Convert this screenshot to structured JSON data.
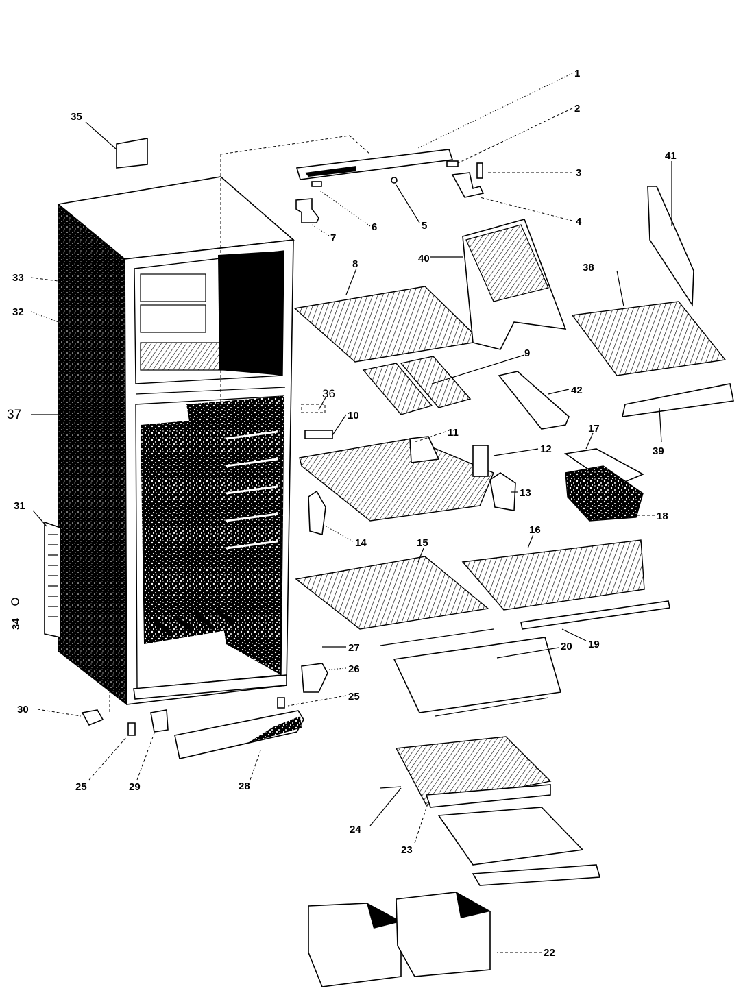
{
  "diagram": {
    "title": "Refrigerator exploded parts diagram",
    "callouts": [
      {
        "id": "1",
        "label": "1"
      },
      {
        "id": "2",
        "label": "2"
      },
      {
        "id": "3",
        "label": "3"
      },
      {
        "id": "4",
        "label": "4"
      },
      {
        "id": "5",
        "label": "5"
      },
      {
        "id": "6",
        "label": "6"
      },
      {
        "id": "7",
        "label": "7"
      },
      {
        "id": "8",
        "label": "8"
      },
      {
        "id": "9",
        "label": "9"
      },
      {
        "id": "10",
        "label": "10"
      },
      {
        "id": "11",
        "label": "11"
      },
      {
        "id": "12",
        "label": "12"
      },
      {
        "id": "13",
        "label": "13"
      },
      {
        "id": "14",
        "label": "14"
      },
      {
        "id": "15",
        "label": "15"
      },
      {
        "id": "16",
        "label": "16"
      },
      {
        "id": "17",
        "label": "17"
      },
      {
        "id": "18",
        "label": "18"
      },
      {
        "id": "19",
        "label": "19"
      },
      {
        "id": "20",
        "label": "20"
      },
      {
        "id": "22",
        "label": "22"
      },
      {
        "id": "23",
        "label": "23"
      },
      {
        "id": "24",
        "label": "24"
      },
      {
        "id": "25a",
        "label": "25"
      },
      {
        "id": "25b",
        "label": "25"
      },
      {
        "id": "26",
        "label": "26"
      },
      {
        "id": "27",
        "label": "27"
      },
      {
        "id": "28",
        "label": "28"
      },
      {
        "id": "29",
        "label": "29"
      },
      {
        "id": "30",
        "label": "30"
      },
      {
        "id": "31",
        "label": "31"
      },
      {
        "id": "32",
        "label": "32"
      },
      {
        "id": "33",
        "label": "33"
      },
      {
        "id": "34",
        "label": "34"
      },
      {
        "id": "35",
        "label": "35"
      },
      {
        "id": "36",
        "label": "36"
      },
      {
        "id": "37",
        "label": "37"
      },
      {
        "id": "38",
        "label": "38"
      },
      {
        "id": "39",
        "label": "39"
      },
      {
        "id": "40",
        "label": "40"
      },
      {
        "id": "41",
        "label": "41"
      },
      {
        "id": "42",
        "label": "42"
      }
    ]
  }
}
